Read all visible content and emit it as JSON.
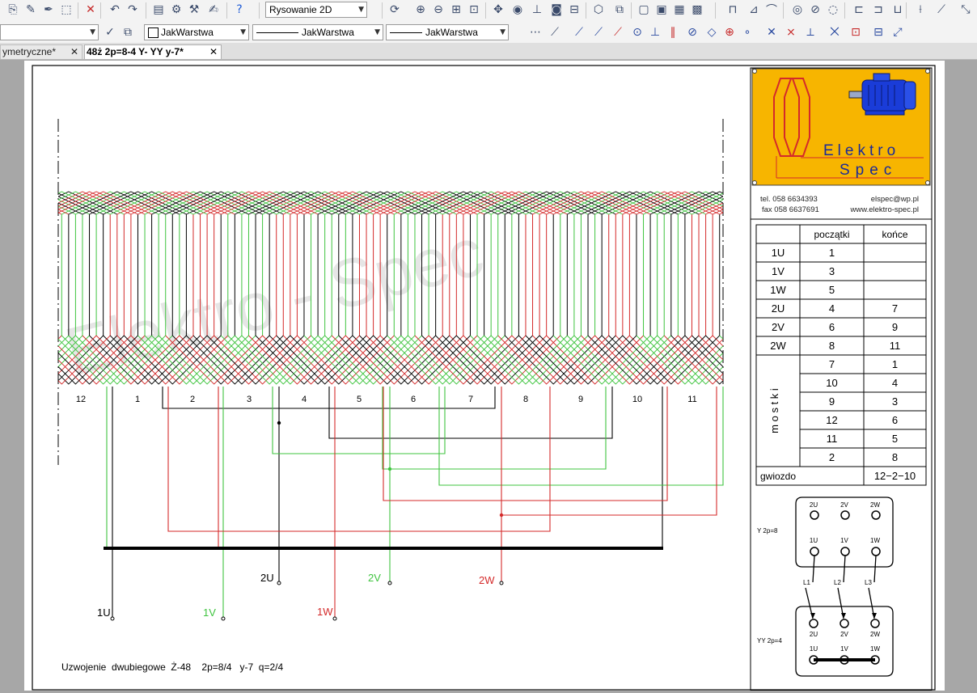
{
  "toolbar": {
    "workspace_value": "Rysowanie 2D",
    "layer_value": "",
    "color_value": "JakWarstwa",
    "linetype_value": "JakWarstwa",
    "lineweight_value": "JakWarstwa",
    "icons": [
      "copy-icon",
      "paste-icon",
      "match-properties-icon",
      "select-icon",
      "erase-icon",
      "undo-icon",
      "redo-icon",
      "properties-icon",
      "design-center-icon",
      "tool-palette-icon",
      "markup-icon",
      "help-icon",
      "regen-icon",
      "zoom-in-icon",
      "zoom-out-icon",
      "zoom-window-icon",
      "zoom-extents-icon",
      "pan-icon",
      "orbit-icon",
      "ucs-icon",
      "camera-icon",
      "layout-icon",
      "view-cube-icon",
      "viewport-icon"
    ]
  },
  "tabs": [
    {
      "label": "ymetryczne*",
      "close": "✕"
    },
    {
      "label": "48ż 2p=8-4 Y- YY   y-7*",
      "close": "✕"
    }
  ],
  "logo": {
    "line1": "Elektro",
    "line2": "Spec"
  },
  "contact": {
    "tel": "tel. 058 6634393",
    "fax": "fax 058 6637691",
    "email": "elspec@wp.pl",
    "www": "www.elektro-spec.pl"
  },
  "table": {
    "header_start": "początki",
    "header_end": "końce",
    "rows": [
      {
        "label": "1U",
        "start": "1",
        "end": ""
      },
      {
        "label": "1V",
        "start": "3",
        "end": ""
      },
      {
        "label": "1W",
        "start": "5",
        "end": ""
      },
      {
        "label": "2U",
        "start": "4",
        "end": "7"
      },
      {
        "label": "2V",
        "start": "6",
        "end": "9"
      },
      {
        "label": "2W",
        "start": "8",
        "end": "11"
      }
    ],
    "bridges_label": "m o s t k i",
    "bridges": [
      {
        "start": "7",
        "end": "1"
      },
      {
        "start": "10",
        "end": "4"
      },
      {
        "start": "9",
        "end": "3"
      },
      {
        "start": "12",
        "end": "6"
      },
      {
        "start": "11",
        "end": "5"
      },
      {
        "start": "2",
        "end": "8"
      }
    ],
    "star_label": "gwiozdo",
    "star_value": "12−2−10"
  },
  "connection": {
    "y_label": "Y  2p=8",
    "yy_label": "YY  2p=4",
    "top_terminals": [
      "2U",
      "2V",
      "2W"
    ],
    "bottom_terminals": [
      "1U",
      "1V",
      "1W"
    ],
    "lines": [
      "L1",
      "L2",
      "L3"
    ]
  },
  "coil_numbers": [
    "12",
    "1",
    "2",
    "3",
    "4",
    "5",
    "6",
    "7",
    "8",
    "9",
    "10",
    "11"
  ],
  "leads": [
    "1U",
    "1V",
    "1W",
    "2U",
    "2V",
    "2W"
  ],
  "watermark": "Elektro - Spec",
  "caption": "Uzwojenie  dwubiegowe  Ż-48    2p=8/4   y-7  q=2/4",
  "colors": {
    "red": "#d42a2a",
    "green": "#3fc43f",
    "black": "#000000",
    "logo_bg": "#f7b500",
    "motor_blue": "#1a3cd8"
  }
}
